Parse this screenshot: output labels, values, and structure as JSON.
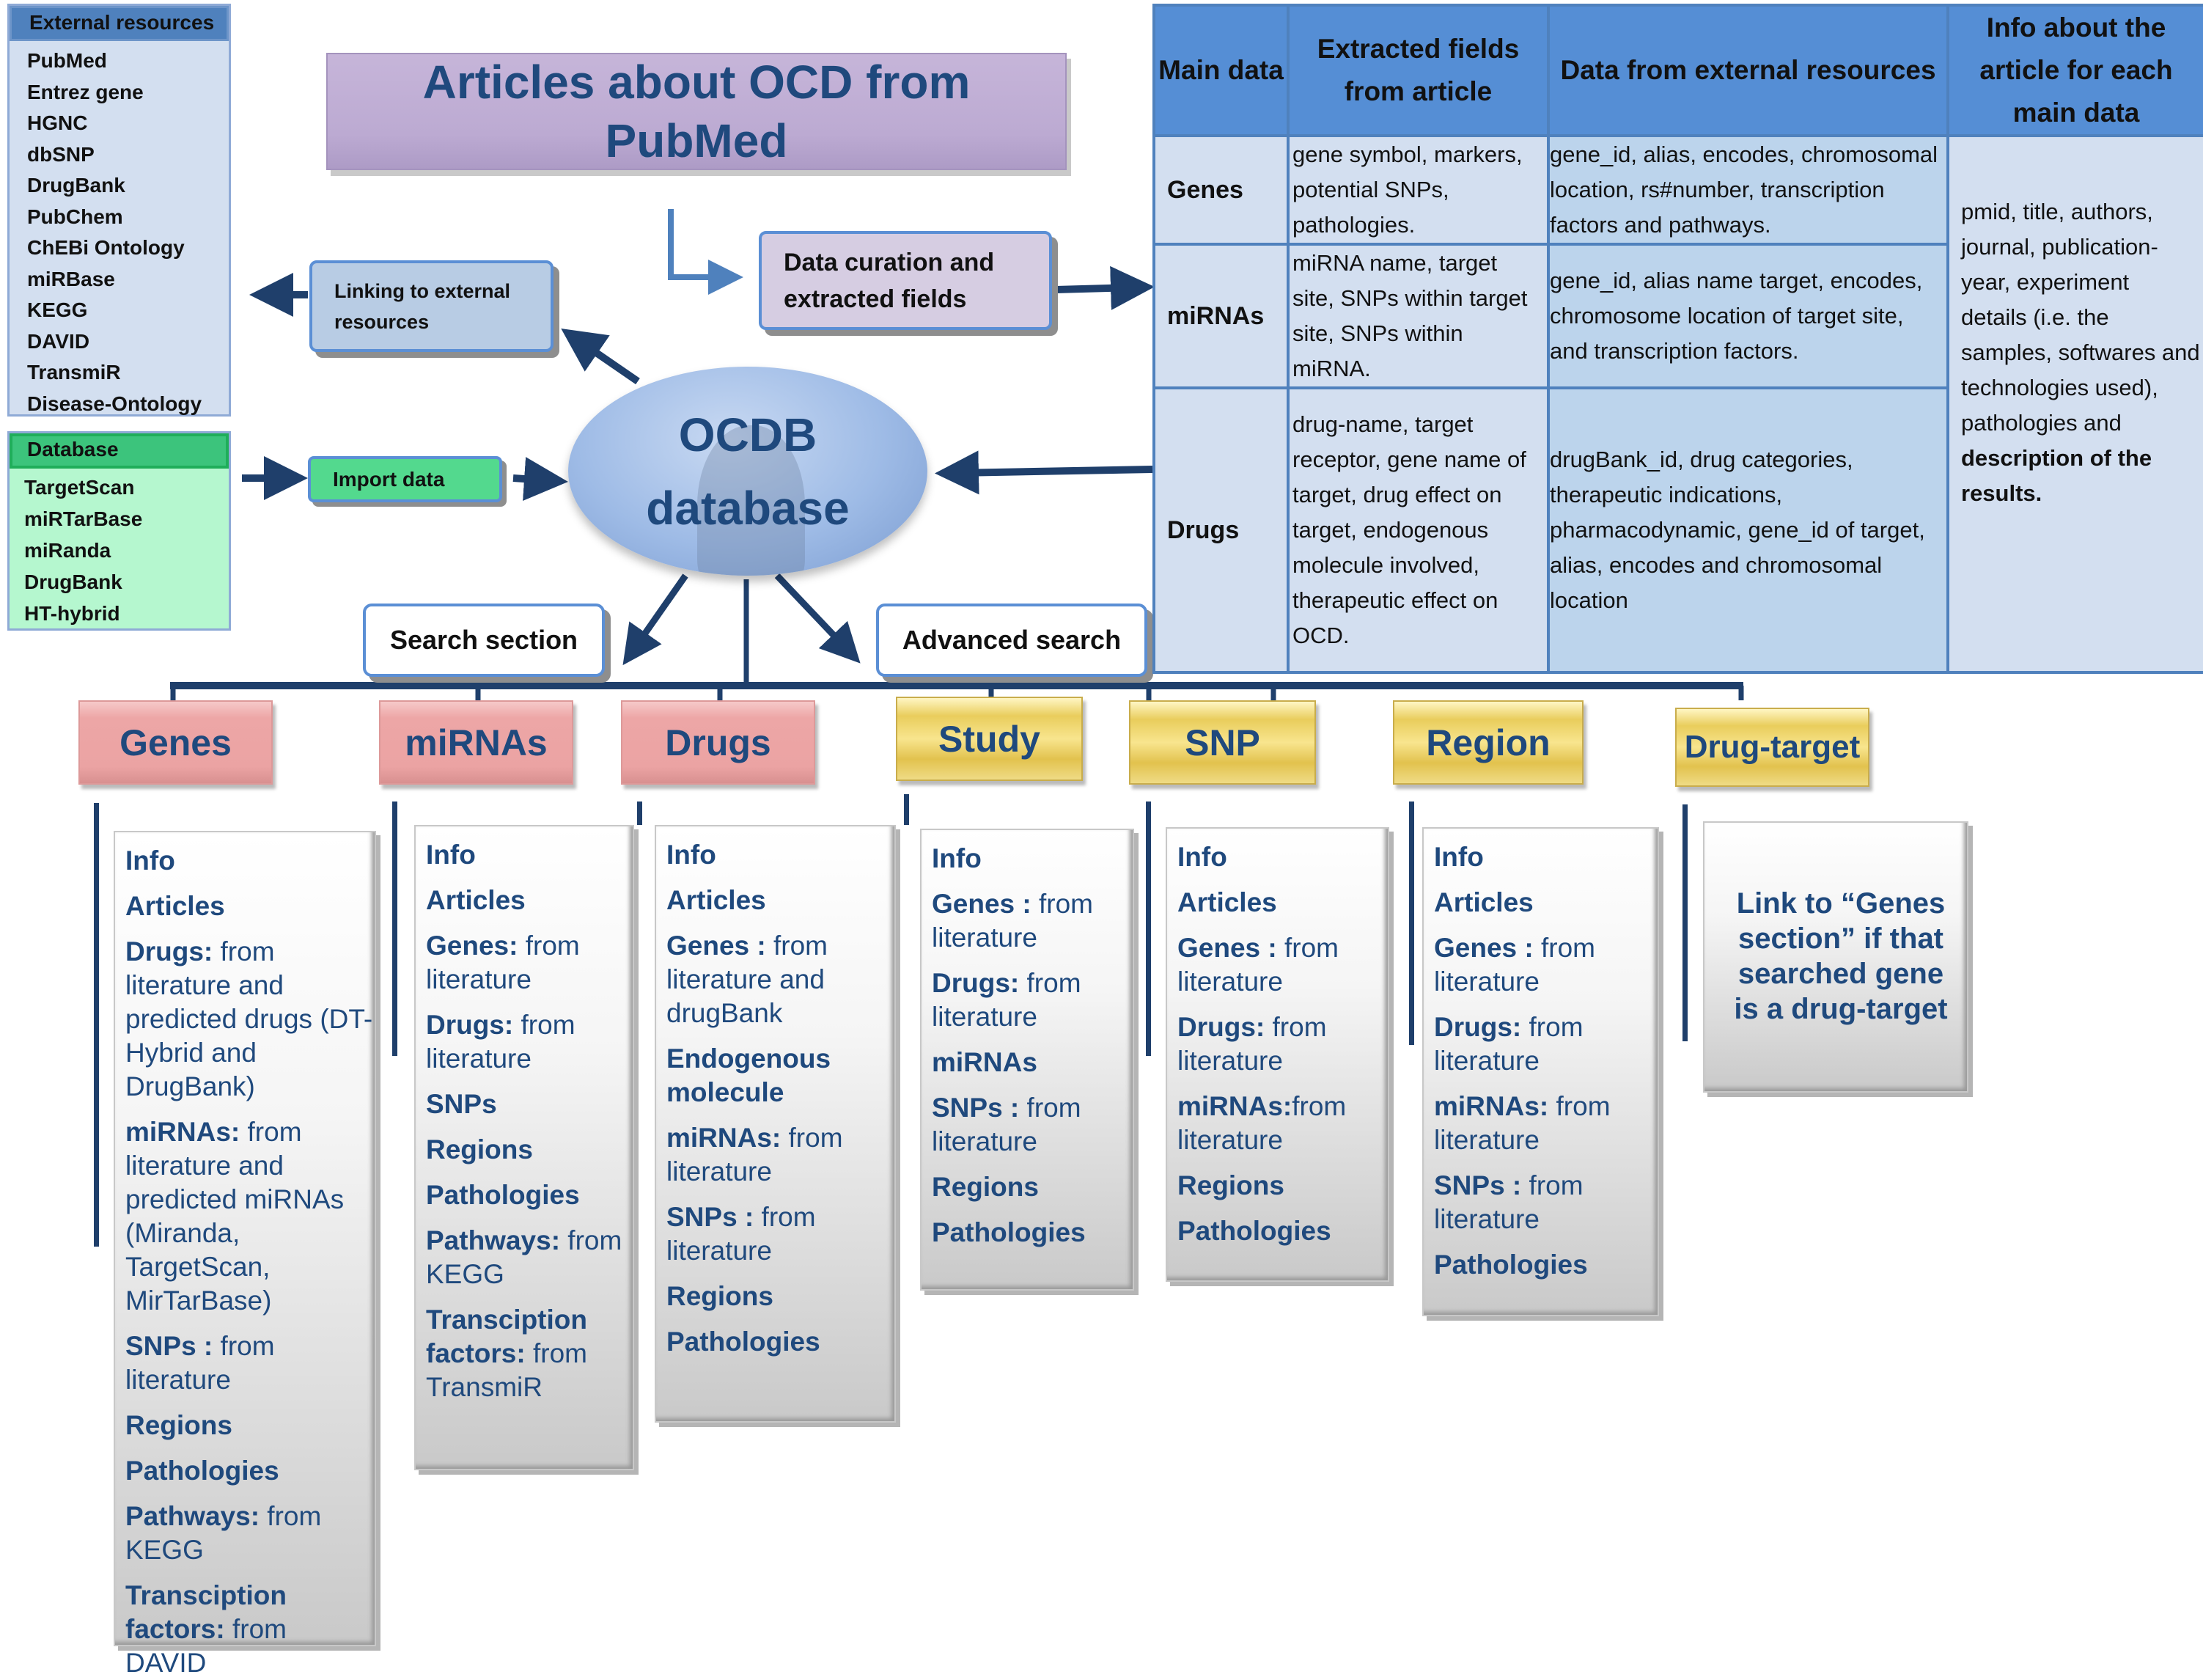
{
  "external_resources": {
    "title": "External resources",
    "items": [
      "PubMed",
      "Entrez gene",
      "HGNC",
      "dbSNP",
      "DrugBank",
      "PubChem",
      "ChEBi Ontology",
      "miRBase",
      "KEGG",
      "DAVID",
      "TransmiR",
      "Disease-Ontology"
    ]
  },
  "database_box": {
    "title": "Database",
    "items": [
      "TargetScan",
      "miRTarBase",
      "miRanda",
      "DrugBank",
      "HT-hybrid"
    ]
  },
  "flow": {
    "title": "Articles about OCD from PubMed",
    "curation": "Data curation and extracted fields",
    "linking": "Linking to external resources",
    "import": "Import data",
    "ocdb_line1": "OCDB",
    "ocdb_line2": "database",
    "search_section": "Search section",
    "advanced_search": "Advanced search"
  },
  "table": {
    "headers": [
      "Main data",
      "Extracted fields from article",
      "Data from external resources",
      "Info about the article for each main data"
    ],
    "rows": [
      {
        "label": "Genes",
        "extracted": "gene symbol, markers, potential SNPs, pathologies.",
        "external": "gene_id, alias, encodes, chromosomal location, rs#number, transcription factors and pathways."
      },
      {
        "label": "miRNAs",
        "extracted": "miRNA name, target site, SNPs within target site, SNPs within miRNA.",
        "external": "gene_id, alias name target, encodes, chromosome location of target site, and transcription factors."
      },
      {
        "label": "Drugs",
        "extracted": "drug-name, target receptor, gene name of target, drug effect on target, endogenous molecule involved, therapeutic effect on OCD.",
        "external": "drugBank_id, drug categories, therapeutic indications, pharmacodynamic, gene_id of target, alias, encodes and chromosomal location"
      }
    ],
    "info_plain": "pmid, title, authors, journal, publication-year, experiment details (i.e. the samples, softwares and technologies used), pathologies and ",
    "info_bold": "description of the results."
  },
  "sections": [
    {
      "tab": "Genes",
      "color": "red",
      "items": [
        {
          "b": "Info",
          "r": ""
        },
        {
          "b": "Articles",
          "r": ""
        },
        {
          "b": "Drugs:",
          "r": " from literature and predicted drugs (DT-Hybrid and DrugBank)"
        },
        {
          "b": "miRNAs:",
          "r": " from literature and predicted miRNAs (Miranda, TargetScan, MirTarBase)"
        },
        {
          "b": "SNPs :",
          "r": " from literature"
        },
        {
          "b": "Regions",
          "r": ""
        },
        {
          "b": "Pathologies",
          "r": ""
        },
        {
          "b": "Pathways:",
          "r": " from KEGG"
        },
        {
          "b": "Transciption factors:",
          "r": " from DAVID"
        }
      ]
    },
    {
      "tab": "miRNAs",
      "color": "red",
      "items": [
        {
          "b": "Info",
          "r": ""
        },
        {
          "b": "Articles",
          "r": ""
        },
        {
          "b": "Genes:",
          "r": " from literature"
        },
        {
          "b": "Drugs:",
          "r": " from literature"
        },
        {
          "b": "SNPs",
          "r": ""
        },
        {
          "b": "Regions",
          "r": ""
        },
        {
          "b": "Pathologies",
          "r": ""
        },
        {
          "b": "Pathways:",
          "r": " from KEGG"
        },
        {
          "b": "Transciption factors:",
          "r": " from TransmiR"
        }
      ]
    },
    {
      "tab": "Drugs",
      "color": "red",
      "items": [
        {
          "b": "Info",
          "r": ""
        },
        {
          "b": "Articles",
          "r": ""
        },
        {
          "b": "Genes :",
          "r": " from literature and drugBank"
        },
        {
          "b": "Endogenous molecule",
          "r": ""
        },
        {
          "b": "miRNAs:",
          "r": " from literature"
        },
        {
          "b": "SNPs :",
          "r": " from literature"
        },
        {
          "b": "Regions",
          "r": ""
        },
        {
          "b": "Pathologies",
          "r": ""
        }
      ]
    },
    {
      "tab": "Study",
      "color": "gold",
      "items": [
        {
          "b": "Info",
          "r": ""
        },
        {
          "b": "Genes :",
          "r": " from literature"
        },
        {
          "b": "Drugs:",
          "r": " from literature"
        },
        {
          "b": "miRNAs",
          "r": ""
        },
        {
          "b": "SNPs :",
          "r": " from literature"
        },
        {
          "b": "Regions",
          "r": ""
        },
        {
          "b": "Pathologies",
          "r": ""
        }
      ]
    },
    {
      "tab": "SNP",
      "color": "gold",
      "items": [
        {
          "b": "Info",
          "r": ""
        },
        {
          "b": "Articles",
          "r": ""
        },
        {
          "b": "Genes :",
          "r": " from literature"
        },
        {
          "b": "Drugs:",
          "r": " from literature"
        },
        {
          "b": "miRNAs:",
          "r": "from literature"
        },
        {
          "b": "Regions",
          "r": ""
        },
        {
          "b": "Pathologies",
          "r": ""
        }
      ]
    },
    {
      "tab": "Region",
      "color": "gold",
      "items": [
        {
          "b": "Info",
          "r": ""
        },
        {
          "b": "Articles",
          "r": ""
        },
        {
          "b": "Genes :",
          "r": " from literature"
        },
        {
          "b": "Drugs:",
          "r": " from literature"
        },
        {
          "b": "miRNAs:",
          "r": " from literature"
        },
        {
          "b": "SNPs :",
          "r": " from literature"
        },
        {
          "b": "Pathologies",
          "r": ""
        }
      ]
    },
    {
      "tab": "Drug-target",
      "color": "gold",
      "text": "Link to “Genes section” if that searched gene is a drug-target"
    }
  ]
}
